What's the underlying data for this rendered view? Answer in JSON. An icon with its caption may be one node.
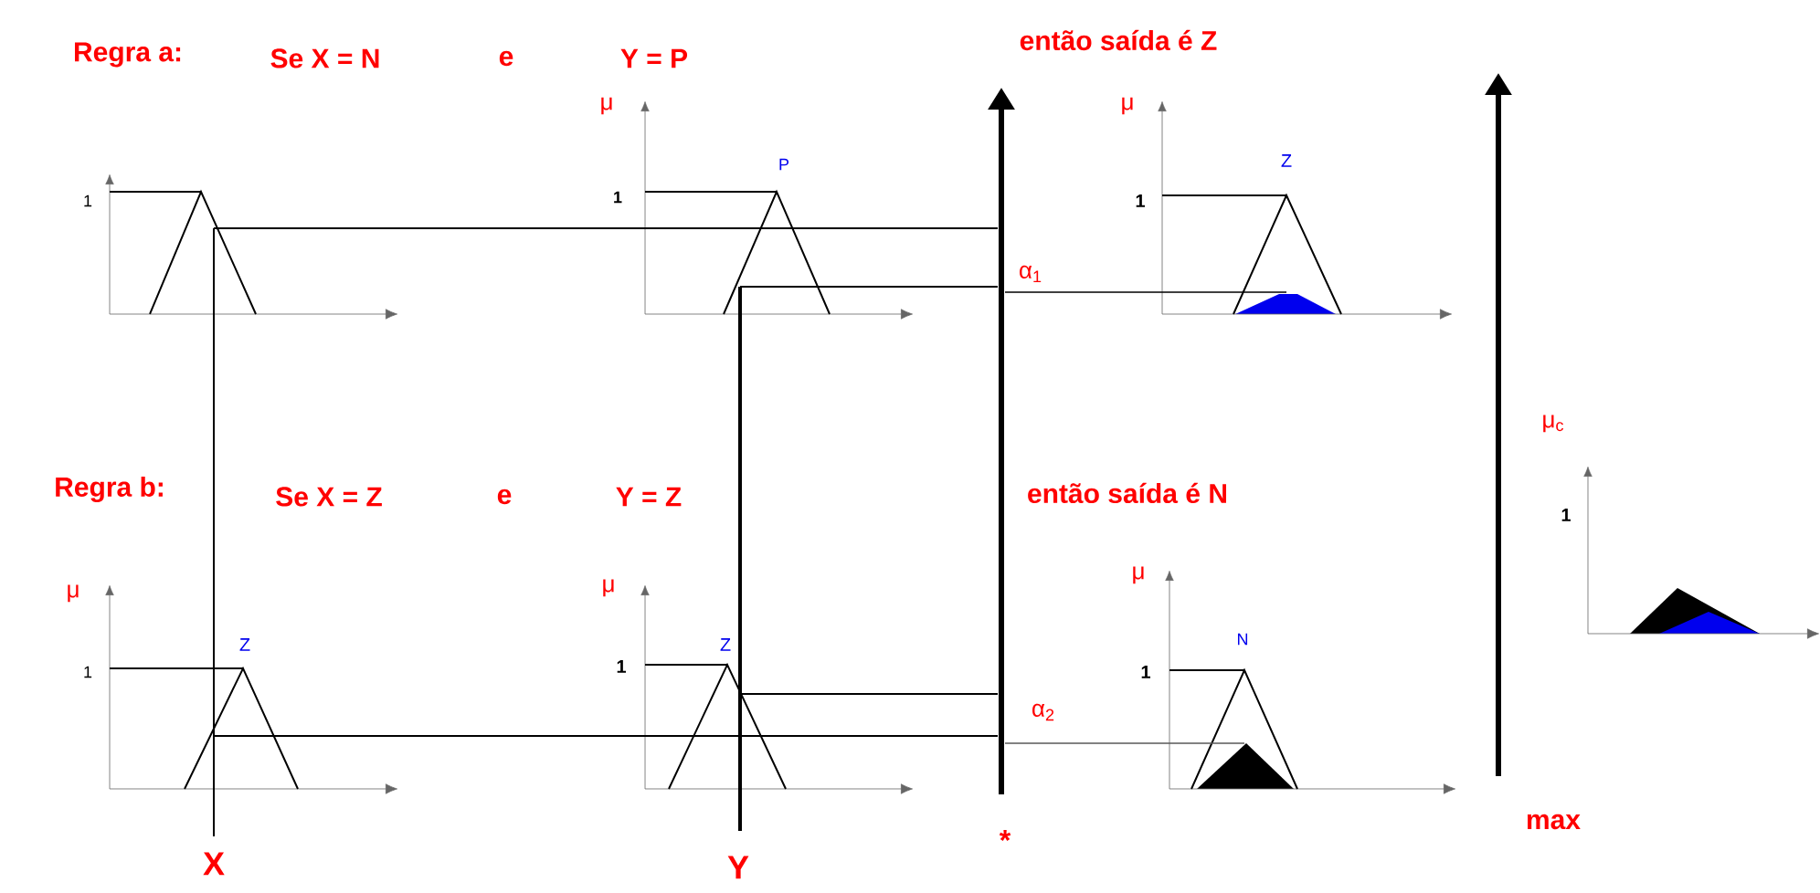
{
  "diagram": {
    "labels": [
      "Regra a:",
      "Se X = N",
      "e",
      "Y = P",
      "então   saída é Z",
      "μ",
      "μ",
      "1",
      "1",
      "P",
      "Z",
      "1",
      "α$_{1}$",
      "μ$_{c}$",
      "Regra b:",
      "Se  X = Z",
      "e",
      "Y = Z",
      "então saída  é N",
      "1",
      "μ",
      "μ",
      "μ",
      "Z",
      "Z",
      "N",
      "1",
      "1",
      "1",
      "α$_{2}$",
      "X",
      "Y",
      "*",
      "max"
    ]
  }
}
